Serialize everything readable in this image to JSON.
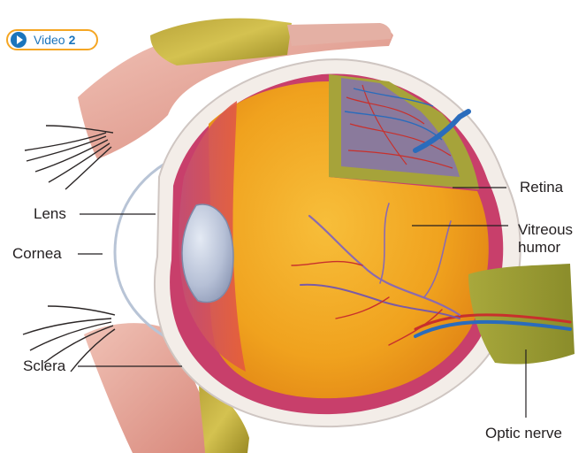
{
  "video_button": {
    "label": "Video",
    "number": "2",
    "icon": "play-icon",
    "accent": "#1b75bc",
    "border": "#f5a623"
  },
  "labels": {
    "lens": "Lens",
    "cornea": "Cornea",
    "sclera": "Sclera",
    "retina": "Retina",
    "vitreous_line1": "Vitreous",
    "vitreous_line2": "humor",
    "optic_nerve": "Optic nerve"
  },
  "colors": {
    "vitreous": "#f0a21e",
    "retina": "#a6a33a",
    "sclera": "#f3ede8",
    "choroid": "#c83f6b",
    "lens": "#b4bed4",
    "vessel_red": "#c8302c",
    "vessel_blue": "#2a6cbc",
    "eyelid": "#e6a89a",
    "fat": "#c8b43c"
  }
}
